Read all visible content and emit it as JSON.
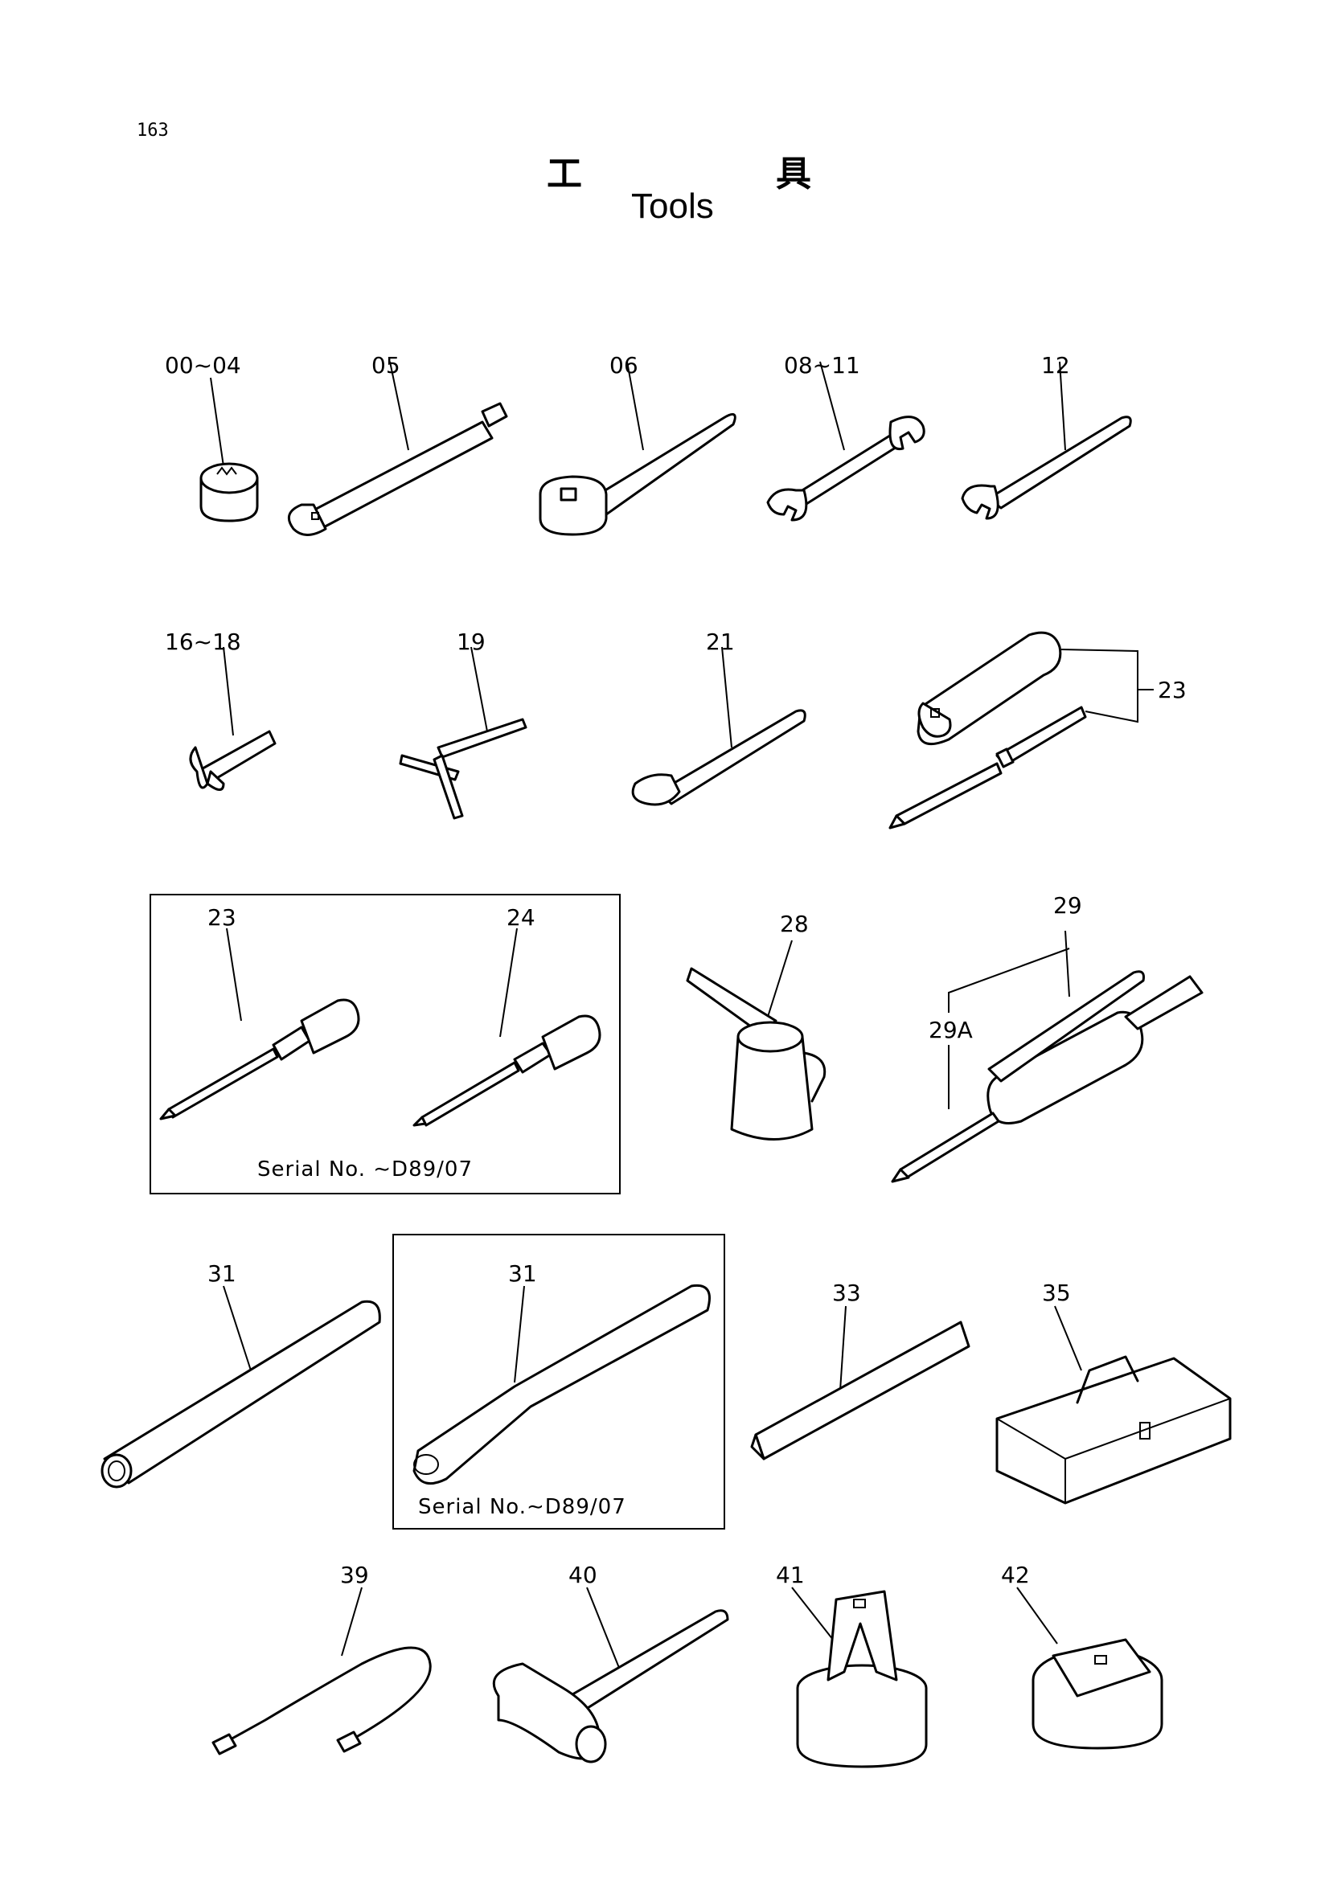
{
  "page": {
    "number": "163",
    "title_jp_left": "工",
    "title_jp_right": "具",
    "title_en": "Tools"
  },
  "labels": {
    "l0004": "00~04",
    "l05": "05",
    "l06": "06",
    "l0811": "08~11",
    "l12": "12",
    "l1618": "16~18",
    "l19": "19",
    "l21": "21",
    "l23a": "23",
    "l23b": "23",
    "l24": "24",
    "l28": "28",
    "l29": "29",
    "l29a": "29A",
    "l31a": "31",
    "l31b": "31",
    "l33": "33",
    "l35": "35",
    "l39": "39",
    "l40": "40",
    "l41": "41",
    "l42": "42"
  },
  "notes": {
    "box1": "Serial No.  ∼D89/07",
    "box2": "Serial No.∼D89/07"
  }
}
